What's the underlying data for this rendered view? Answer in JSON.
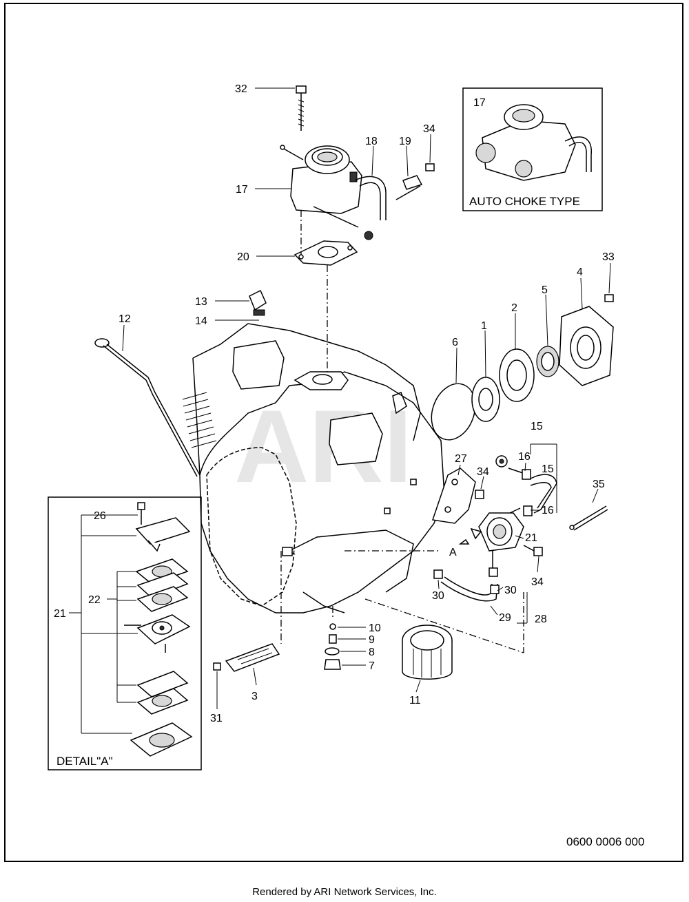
{
  "diagram": {
    "auto_choke_label": "AUTO CHOKE TYPE",
    "detail_label": "DETAIL\"A\"",
    "view_marker": "A",
    "document_number": "0600 0006 000",
    "watermark": "ARI",
    "callouts": {
      "c32": "32",
      "c17": "17",
      "c18": "18",
      "c19": "19",
      "c34a": "34",
      "c17b": "17",
      "c20": "20",
      "c33": "33",
      "c4": "4",
      "c5": "5",
      "c2": "2",
      "c1": "1",
      "c6": "6",
      "c13": "13",
      "c14": "14",
      "c12": "12",
      "c15a": "15",
      "c16a": "16",
      "c15b": "15",
      "c27": "27",
      "c34b": "34",
      "c16b": "16",
      "c21": "21",
      "c35": "35",
      "c34c": "34",
      "c30a": "30",
      "c30b": "30",
      "c29": "29",
      "c28": "28",
      "c10": "10",
      "c9": "9",
      "c8": "8",
      "c7": "7",
      "c11": "11",
      "c3": "3",
      "c31": "31",
      "c26": "26",
      "c22": "22",
      "c21d": "21"
    }
  },
  "footer": {
    "rendered_by": "Rendered by ARI Network Services, Inc."
  }
}
